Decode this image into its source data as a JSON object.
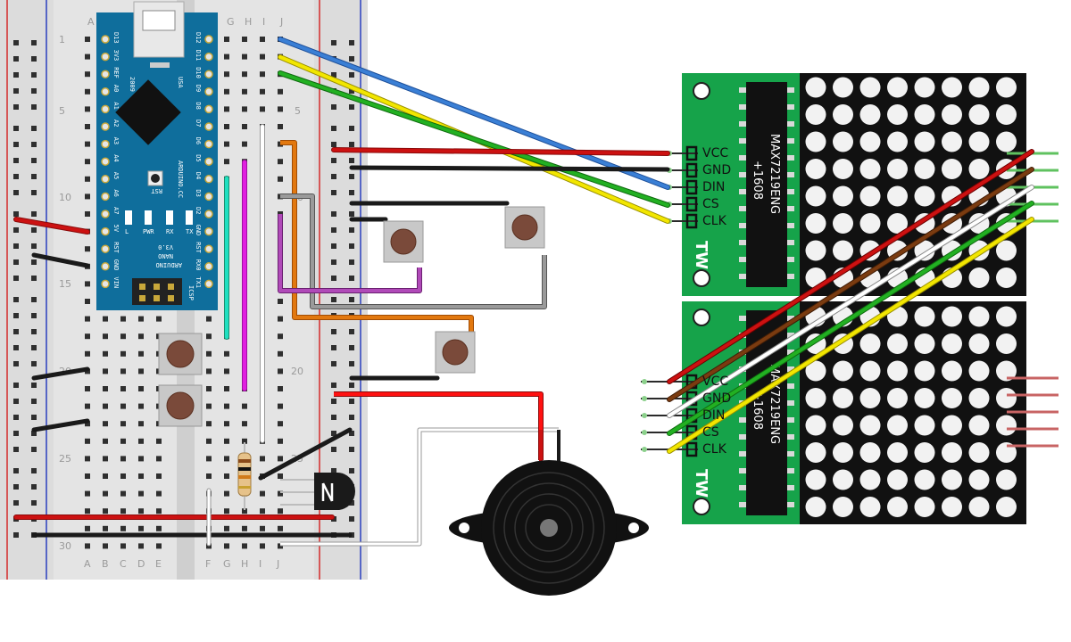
{
  "breadboard": {
    "column_letters_left": [
      "A",
      "B",
      "C",
      "D",
      "E"
    ],
    "column_letters_right": [
      "F",
      "G",
      "H",
      "I",
      "J"
    ],
    "row_numbers": [
      "1",
      "5",
      "10",
      "15",
      "20",
      "25",
      "30"
    ]
  },
  "arduino": {
    "brand": "ARDUINO",
    "model": "NANO",
    "version": "V3.0",
    "site": "ARDUINO.CC",
    "year": "2009",
    "country": "USA",
    "rst_label": "RST",
    "icsp_label": "ICSP",
    "left_pins": [
      "D13",
      "3V3",
      "REF",
      "A0",
      "A1",
      "A2",
      "A3",
      "A4",
      "A5",
      "A6",
      "A7",
      "5V",
      "RST",
      "GND",
      "VIN"
    ],
    "right_pins": [
      "D12",
      "D11",
      "D10",
      "D9",
      "D8",
      "D7",
      "D6",
      "D5",
      "D4",
      "D3",
      "D2",
      "GND",
      "RST",
      "RX0",
      "TX1"
    ],
    "led_labels": [
      "L",
      "PWR",
      "RX",
      "TX"
    ]
  },
  "matrix_module_top": {
    "chip": "MAX7219ENG",
    "chip_code": "+1608",
    "logo": "TW",
    "pins": [
      "VCC",
      "GND",
      "DIN",
      "CS",
      "CLK"
    ]
  },
  "matrix_module_bottom": {
    "chip": "MAX7219ENG",
    "chip_code": "+1608",
    "logo": "TW",
    "pins": [
      "VCC",
      "GND",
      "DIN",
      "CS",
      "CLK"
    ]
  },
  "colors": {
    "breadboard": "#dcdcdc",
    "rail_red": "#d42b2b",
    "rail_blue": "#2a3fbf",
    "nano_blue": "#0f6e9c",
    "module_green": "#16a34a",
    "wire_red": "#cc1111",
    "wire_black": "#1a1a1a",
    "wire_blue": "#3a7fd5",
    "wire_yellow": "#f2e600",
    "wire_green": "#22b022",
    "wire_orange": "#e2780f",
    "wire_gray": "#8a8a8a",
    "wire_purple": "#a040a0",
    "wire_brown": "#7a3b10",
    "wire_magenta": "#e020e0",
    "wire_cyan": "#20e0c0"
  }
}
